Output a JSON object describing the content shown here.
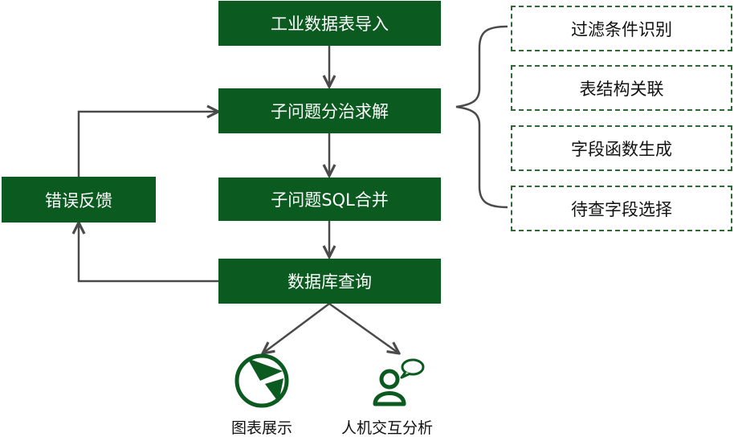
{
  "colors": {
    "box_fill": "#0b5a1f",
    "box_text": "#ffffff",
    "dashed_border": "#2e6b34",
    "arrow": "#4a4a4a",
    "icon": "#0b5a1f"
  },
  "nodes": {
    "import": "工业数据表导入",
    "solve": "子问题分治求解",
    "merge": "子问题SQL合并",
    "query": "数据库查询",
    "feedback": "错误反馈"
  },
  "subtasks": [
    "过滤条件识别",
    "表结构关联",
    "字段函数生成",
    "待查字段选择"
  ],
  "outputs": {
    "chart": {
      "label": "图表展示",
      "icon": "pie-chart-icon"
    },
    "interact": {
      "label": "人机交互分析",
      "icon": "user-chat-icon"
    }
  }
}
